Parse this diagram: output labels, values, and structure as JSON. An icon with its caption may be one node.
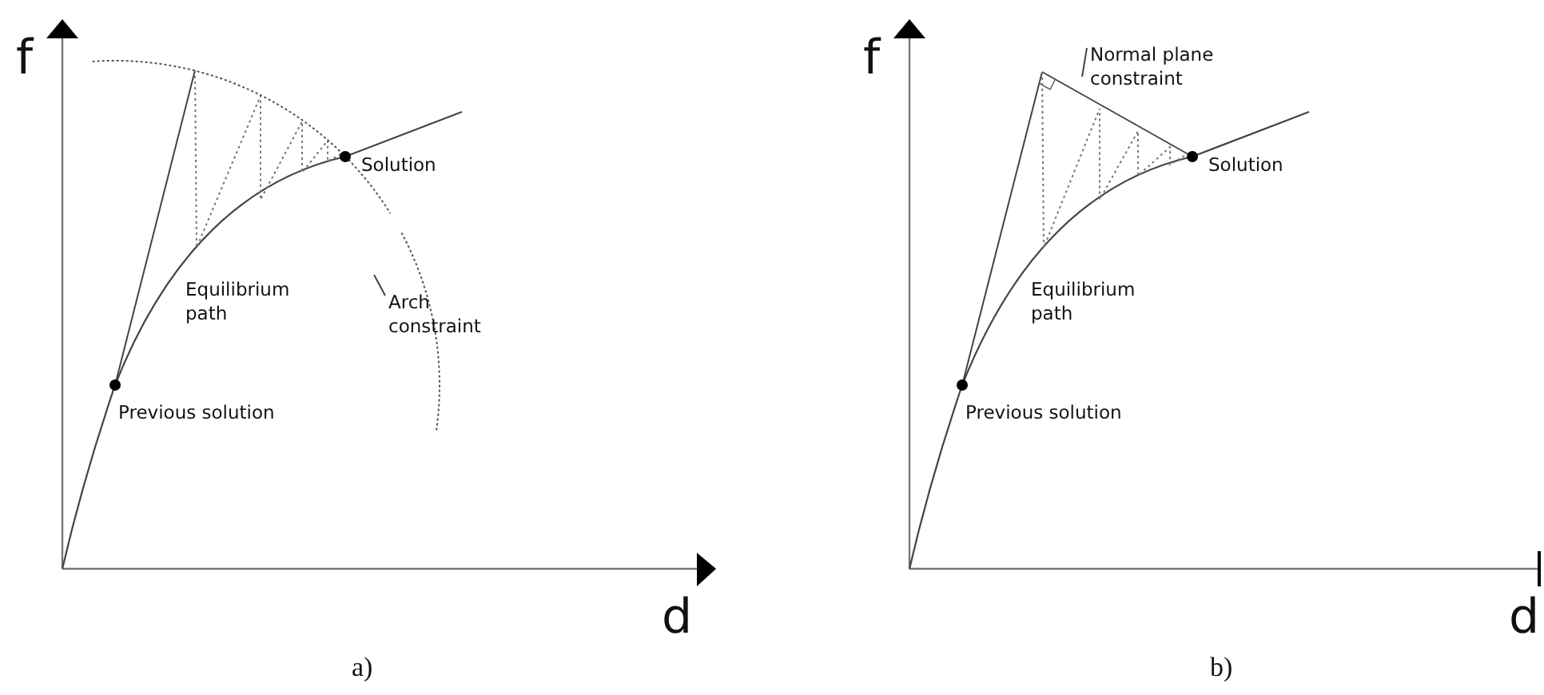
{
  "diagram": {
    "nodes": [
      {
        "text": [
          "Arch constraint"
        ]
      },
      {
        "text": [
          "Normal plane constraint"
        ]
      }
    ],
    "edges": [
      {
        "from": 0,
        "to": null,
        "arrow": "none"
      },
      {
        "from": 1,
        "to": null,
        "arrow": "none"
      }
    ],
    "labels": [
      "f",
      "f",
      "Solution",
      "Solution",
      "Equilibrium path",
      "Equilibrium path",
      "Previous solution",
      "Previous solution",
      "d",
      "d",
      "a)",
      "b)"
    ]
  }
}
